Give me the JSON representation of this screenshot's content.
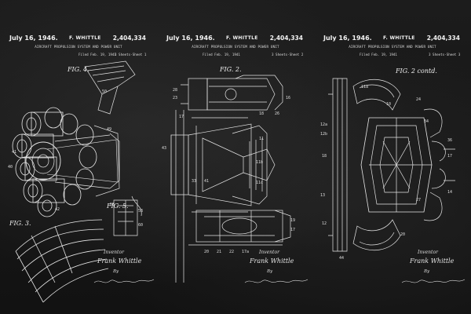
{
  "sheets": [
    {
      "date": "July 16, 1946.",
      "inventor_header": "F. WHITTLE",
      "patent_number": "2,404,334",
      "title": "AIRCRAFT PROPULSION SYSTEM AND POWER UNIT",
      "filed": "Filed Feb. 19, 1941",
      "sheets_text": "3 Sheets-Sheet 1",
      "figures": [
        "FIG. 4.",
        "FIG. 5.",
        "FIG. 3."
      ],
      "inventor_label": "Inventor",
      "inventor_name": "Frank Whittle",
      "by": "By"
    },
    {
      "date": "July 16, 1946.",
      "inventor_header": "F. WHITTLE",
      "patent_number": "2,404,334",
      "title": "AIRCRAFT PROPULSION SYSTEM AND POWER UNIT",
      "filed": "Filed Feb. 19, 1941",
      "sheets_text": "3 Sheets-Sheet 2",
      "figures": [
        "FIG. 2."
      ],
      "inventor_label": "Inventor",
      "inventor_name": "Frank Whittle",
      "by": "By"
    },
    {
      "date": "July 16, 1946.",
      "inventor_header": "F. WHITTLE",
      "patent_number": "2,404,334",
      "title": "AIRCRAFT PROPULSION SYSTEM AND POWER UNIT",
      "filed": "Filed Feb. 19, 1941",
      "sheets_text": "3 Sheets-Sheet 3",
      "figures": [
        "FIG. 2 contd."
      ],
      "inventor_label": "Inventor",
      "inventor_name": "Frank Whittle",
      "by": "By"
    }
  ],
  "colors": {
    "background": "#141414",
    "ink": "#e8e8e8"
  }
}
